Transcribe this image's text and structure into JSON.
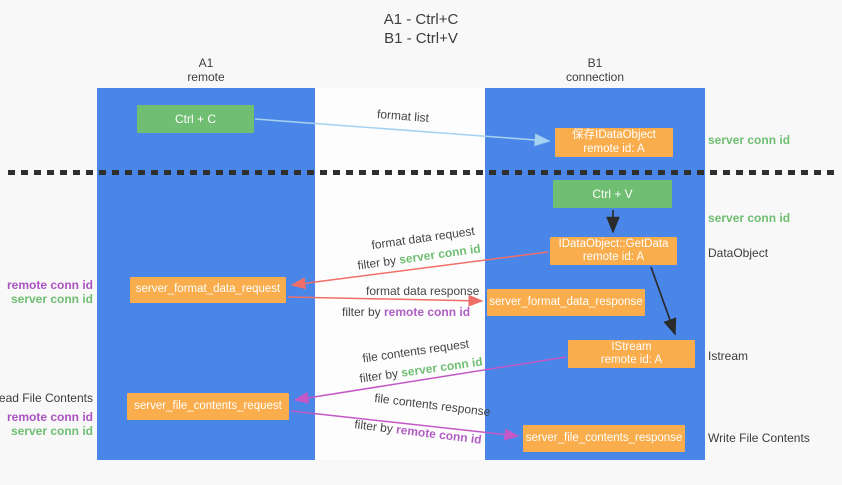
{
  "title": {
    "line1": "A1 - Ctrl+C",
    "line2": "B1 - Ctrl+V"
  },
  "lifelines": {
    "a1": {
      "name": "A1",
      "role": "remote"
    },
    "b1": {
      "name": "B1",
      "role": "connection"
    }
  },
  "nodes": {
    "ctrl_c": {
      "label": "Ctrl + C"
    },
    "ctrl_v": {
      "label": "Ctrl + V"
    },
    "save_dataobject": {
      "line1": "保存IDataObject",
      "line2": "remote id: A"
    },
    "getdata": {
      "line1": "IDataObject::GetData",
      "line2": "remote id: A"
    },
    "istream": {
      "line1": "IStream",
      "line2": "remote id: A"
    },
    "format_request": {
      "label": "server_format_data_request"
    },
    "format_response": {
      "label": "server_format_data_response"
    },
    "file_request": {
      "label": "server_file_contents_request"
    },
    "file_response": {
      "label": "server_file_contents_response"
    }
  },
  "messages": {
    "format_list": "format list",
    "format_data_request": "format data request",
    "format_data_response": "format data response",
    "file_contents_request": "file contents request",
    "file_contents_response": "file contents response",
    "filter_by": "filter by ",
    "server_conn_id": "server conn id",
    "remote_conn_id": "remote conn id"
  },
  "annotations": {
    "dataobject": "DataObject",
    "istream": "Istream",
    "read_file_contents": "Read File Contents",
    "write_file_contents": "Write File Contents"
  },
  "colors": {
    "lifeline_blue": "#4a86e8",
    "action_green": "#6fbe72",
    "node_orange": "#f9ad4c",
    "arrow_blue": "#a5d2f0",
    "arrow_red": "#ef6f68",
    "arrow_magenta": "#c358c6",
    "arrow_black": "#2b2b2b",
    "keyword_green": "#6fbe72",
    "keyword_purple": "#b05ec4"
  }
}
